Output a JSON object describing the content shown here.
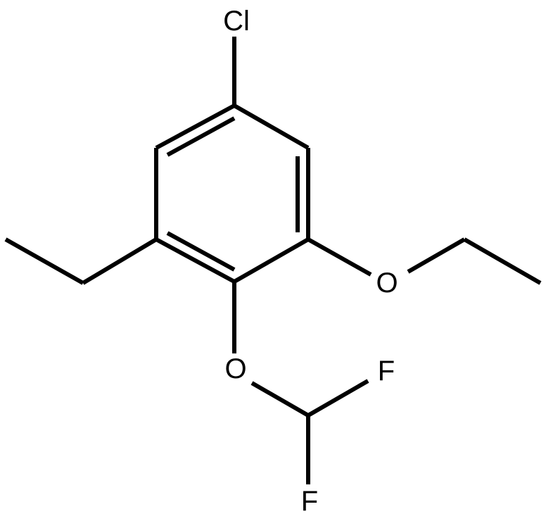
{
  "atoms": {
    "cl": "Cl",
    "o_ethoxy": "O",
    "o_difluoromethoxy": "O",
    "f_upper": "F",
    "f_lower": "F"
  },
  "colors": {
    "bond": "#000000",
    "label": "#000000",
    "background": "#ffffff"
  }
}
